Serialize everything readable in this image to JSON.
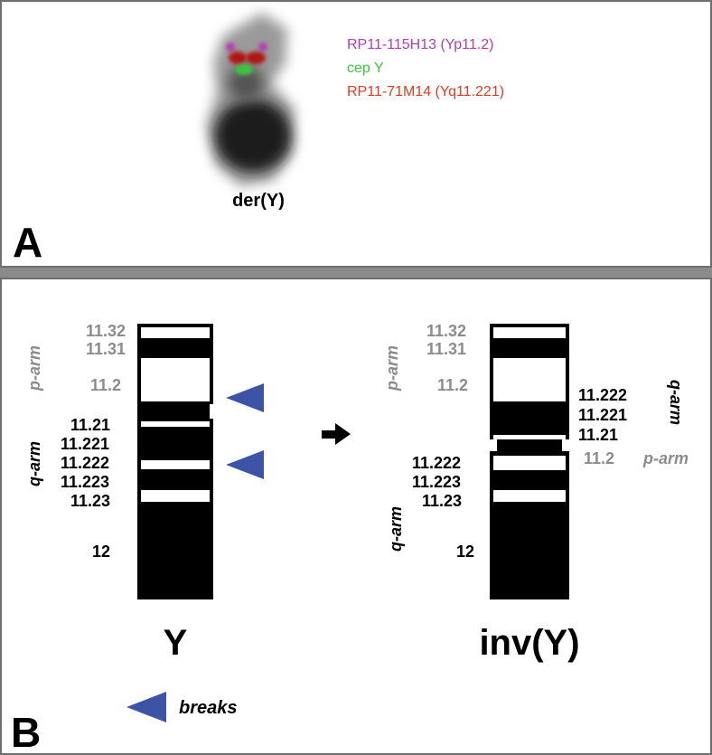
{
  "panel_a": {
    "letter": "A",
    "legend": [
      {
        "label": "RP11-115H13 (Yp11.2)",
        "color": "#b23cb0"
      },
      {
        "label": "cep Y",
        "color": "#3cc43c"
      },
      {
        "label": "RP11-71M14 (Yq11.221)",
        "color": "#e23a22"
      }
    ],
    "chromosome_label": "der(Y)"
  },
  "panel_b": {
    "letter": "B",
    "left": {
      "title": "Y",
      "arm_p": "p-arm",
      "arm_q": "q-arm",
      "bands": [
        "11.32",
        "11.31",
        "11.2",
        "11.21",
        "11.221",
        "11.222",
        "11.223",
        "11.23",
        "12"
      ]
    },
    "right": {
      "title": "inv(Y)",
      "arm_p_top": "p-arm",
      "arm_q_mid": "q-arm",
      "arm_p_mid": "p-arm",
      "arm_q_low": "q-arm",
      "bands_left": [
        "11.32",
        "11.31",
        "11.2",
        "11.222",
        "11.223",
        "11.23",
        "12"
      ],
      "bands_right": [
        "11.222",
        "11.221",
        "11.21",
        "11.2"
      ]
    },
    "breaks_label": "breaks",
    "colors": {
      "break_arrow": "#3d54a6",
      "p_arm_text": "#8c8c8c",
      "q_arm_text": "#000000"
    }
  }
}
